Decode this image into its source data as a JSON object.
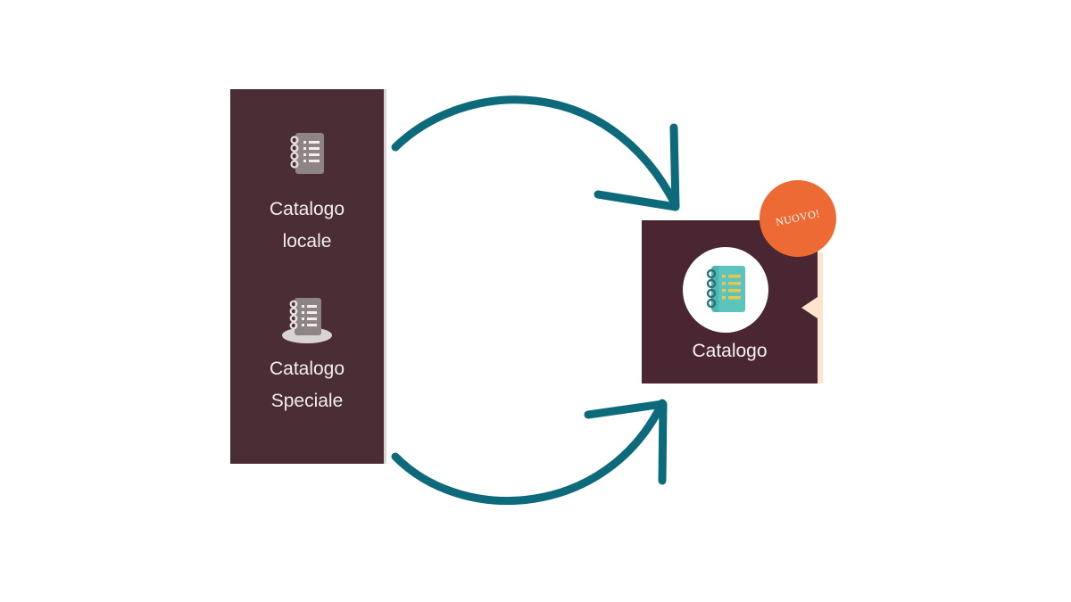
{
  "old_sidebar": {
    "items": [
      {
        "line1": "Catalogo",
        "line2": "locale",
        "icon": "notebook-icon"
      },
      {
        "line1": "Catalogo",
        "line2": "Speciale",
        "icon": "notebook-on-stand-icon"
      }
    ]
  },
  "new_tile": {
    "label": "Catalogo",
    "icon": "colored-notebook-icon",
    "badge": "NUOVO!"
  },
  "colors": {
    "sidebar_bg": "#4a2d35",
    "tile_bg": "#4a2532",
    "badge": "#ee6a35",
    "arrow": "#0d6a7a",
    "notebook_teal": "#4bb7b3",
    "notebook_lines": "#e6c84a"
  }
}
